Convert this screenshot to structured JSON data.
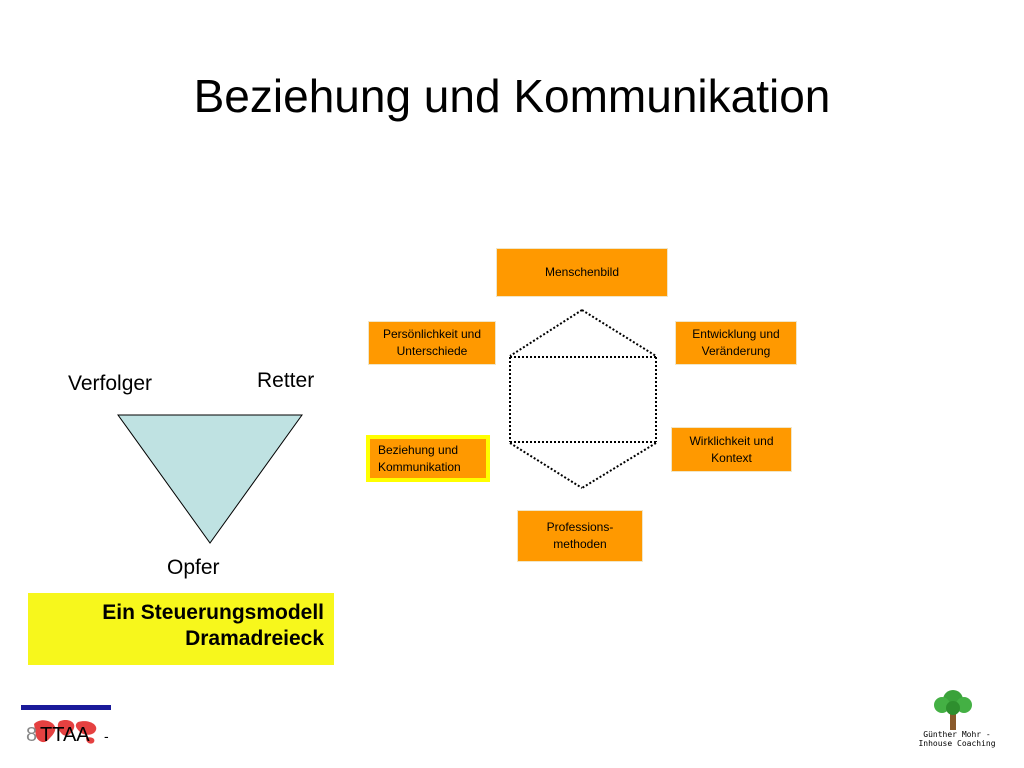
{
  "slide": {
    "title": "Beziehung und Kommunikation"
  },
  "drama_triangle": {
    "labels": {
      "verfolger": "Verfolger",
      "retter": "Retter",
      "opfer": "Opfer"
    },
    "fill_color": "#bfe2e2"
  },
  "caption": {
    "line1": "Ein Steuerungsmodell",
    "line2": "Dramadreieck",
    "background": "#f7f71c"
  },
  "model": {
    "box_color": "#ff9900",
    "highlight_color": "#ffff00",
    "boxes": {
      "menschenbild": "Menschenbild",
      "persoenlichkeit": [
        "Persönlichkeit und",
        "Unterschiede"
      ],
      "entwicklung": [
        "Entwicklung und",
        "Veränderung"
      ],
      "beziehung": [
        "Beziehung und",
        "Kommunikation"
      ],
      "wirklichkeit": [
        "Wirklichkeit und",
        "Kontext"
      ],
      "professions": [
        "Professions-",
        "methoden"
      ]
    }
  },
  "footer": {
    "logo_text": "TTAA",
    "logo_digit": "8",
    "logo_dash": "-",
    "tree_icon": "tree-icon",
    "coach_line1": "Günther Mohr -",
    "coach_line2": "Inhouse Coaching"
  }
}
